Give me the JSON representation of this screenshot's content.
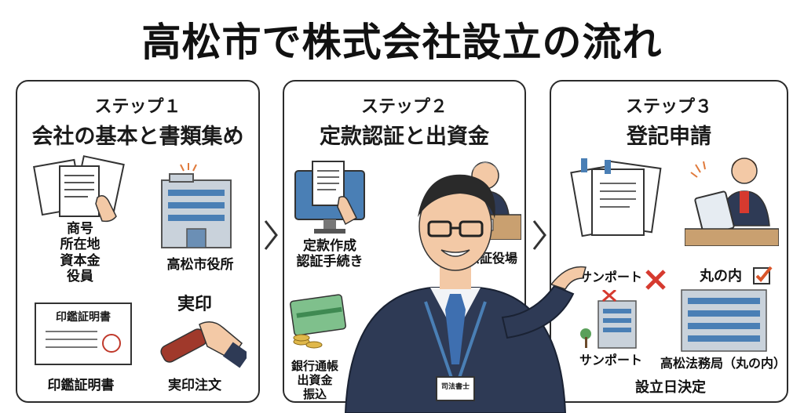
{
  "page": {
    "title": "高松市で株式会社設立の流れ"
  },
  "steps": [
    {
      "label": "ステップ１",
      "title": "会社の基本と書類集め",
      "items": {
        "company_info": [
          "商号",
          "所在地",
          "資本金",
          "役員"
        ],
        "city_office": "高松市役所",
        "seal_cert_doc": "印鑑証明書",
        "seal_cert_caption": "印鑑証明書",
        "jitsuin_heading": "実印",
        "jitsuin_caption": "実印注文"
      }
    },
    {
      "label": "ステップ２",
      "title": "定款認証と出資金",
      "items": {
        "articles": [
          "定款作成",
          "認証手続き"
        ],
        "notary": "高松公証役場",
        "bank": [
          "銀行通帳",
          "出資金",
          "振込"
        ]
      }
    },
    {
      "label": "ステップ３",
      "title": "登記申請",
      "items": {
        "sunport_heading": "サンポート",
        "sunport_caption": "サンポート",
        "marunouchi_heading": "丸の内",
        "legal_bureau": "高松法務局（丸の内）",
        "decide": "設立日決定"
      }
    }
  ],
  "presenter": {
    "badge": "司法書士"
  },
  "colors": {
    "suit": "#2e3a55",
    "tie": "#3e6fb0",
    "building": "#9aa7b4",
    "window": "#4a7fb5",
    "cross": "#d63a2f",
    "check": "#d9552a",
    "money": "#7fc08c"
  }
}
